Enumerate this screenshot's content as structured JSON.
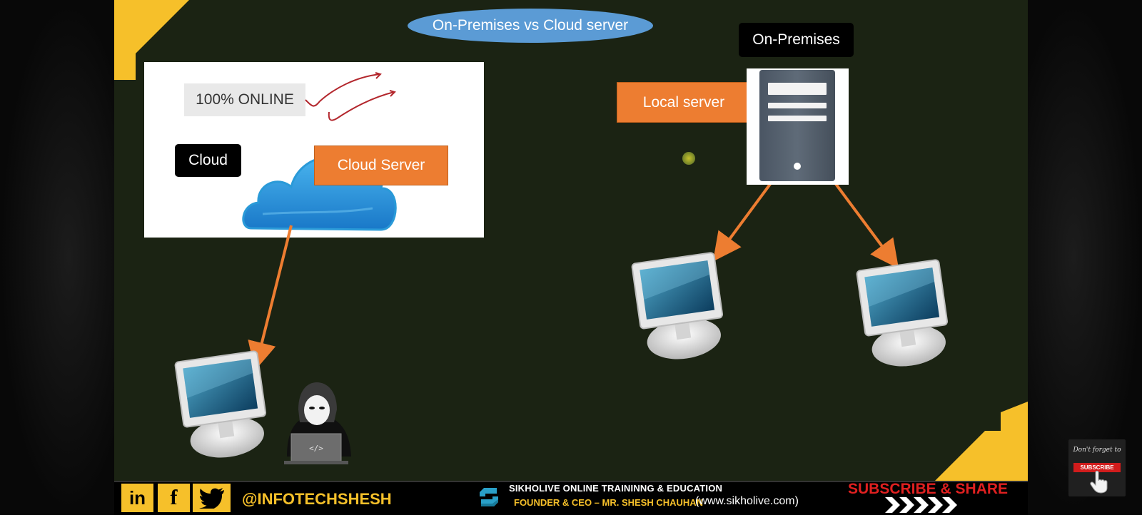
{
  "slide": {
    "title": "On-Premises vs Cloud server",
    "online_label": "100% ONLINE",
    "cloud_label": "Cloud",
    "cloud_server_label": "Cloud Server",
    "on_premises_label": "On-Premises",
    "local_server_label": "Local server",
    "hacker_laptop_text": "</>"
  },
  "footer": {
    "social_icons": [
      "linkedin-icon",
      "facebook-icon",
      "twitter-icon"
    ],
    "linkedin_glyph": "in",
    "facebook_glyph": "f",
    "handle": "@INFOTECHSHESH",
    "org_name": "SIKHOLIVE ONLINE TRAININNG & EDUCATION",
    "founder": "FOUNDER & CEO – MR. SHESH CHAUHAN",
    "website": "(www.sikholive.com)",
    "subscribe_share": "SUBSCRIBE & SHARE"
  },
  "reminder": {
    "text": "Don't forget to",
    "button": "SUBSCRIBE"
  },
  "colors": {
    "slide_background": "#1b2313",
    "accent_orange": "#ed7d31",
    "title_pill": "#5b9bd5",
    "brand_yellow": "#f6c02a",
    "subscribe_red": "#e02020"
  }
}
